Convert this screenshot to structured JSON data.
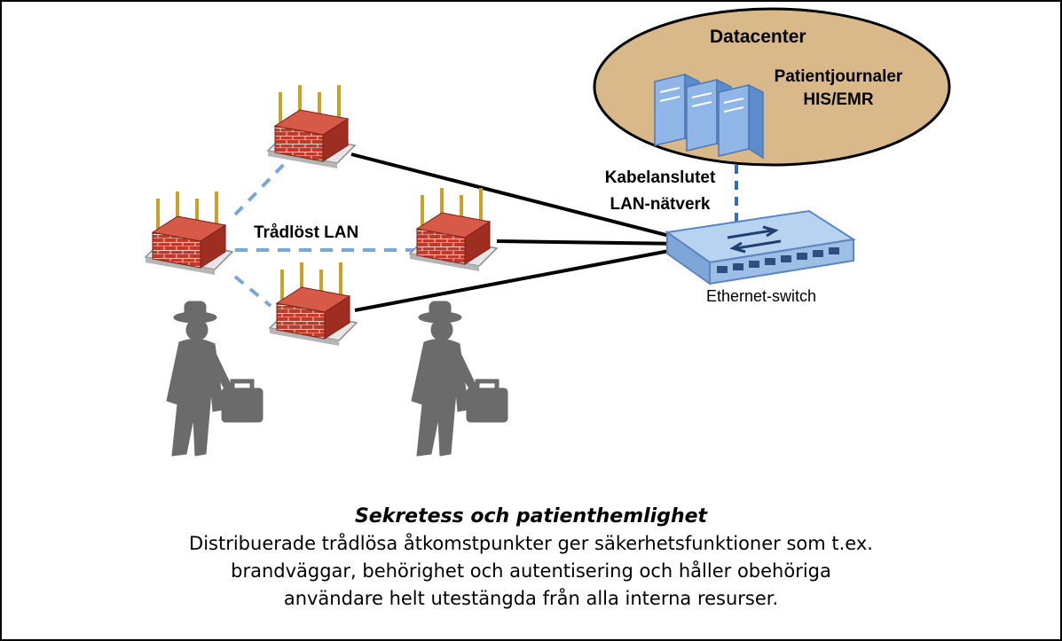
{
  "labels": {
    "datacenter": "Datacenter",
    "records_line1": "Patientjournaler",
    "records_line2": "HIS/EMR",
    "wired_line1": "Kabelanslutet",
    "wired_line2": "LAN-nätverk",
    "wireless": "Trådlöst LAN",
    "switch": "Ethernet-switch"
  },
  "caption": {
    "title": "Sekretess och patienthemlighet",
    "lines": [
      "Distribuerade trådlösa åtkomstpunkter ger säkerhetsfunktioner som t.ex.",
      "brandväggar, behörighet och autentisering och håller obehöriga",
      "användare helt utestängda från alla interna resurser."
    ]
  },
  "colors": {
    "datacenter_fill": "#d9b98a",
    "wireless_link": "#7aa7d8",
    "wired_link": "#000000",
    "firewall_brick": "#c0392b",
    "switch_body": "#a9c7ea",
    "person": "#6b6b6b"
  },
  "icons": [
    "firewall-access-point-icon",
    "server-rack-icon",
    "ethernet-switch-icon",
    "person-with-briefcase-icon"
  ]
}
